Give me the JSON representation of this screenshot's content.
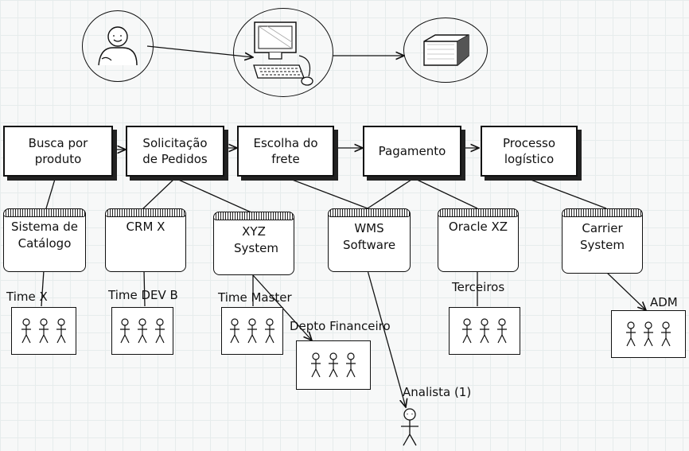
{
  "processes": [
    {
      "id": "busca",
      "label": "Busca por produto"
    },
    {
      "id": "solic",
      "label": "Solicitação de Pedidos"
    },
    {
      "id": "frete",
      "label": "Escolha do frete"
    },
    {
      "id": "pag",
      "label": "Pagamento"
    },
    {
      "id": "proc",
      "label": "Processo logístico"
    }
  ],
  "systems": [
    {
      "id": "catalogo",
      "label": "Sistema de Catálogo"
    },
    {
      "id": "crm",
      "label": "CRM X"
    },
    {
      "id": "xyz",
      "label": "XYZ System"
    },
    {
      "id": "wms",
      "label": "WMS Software"
    },
    {
      "id": "oracle",
      "label": "Oracle XZ"
    },
    {
      "id": "carrier",
      "label": "Carrier System"
    }
  ],
  "teams": [
    {
      "id": "timex",
      "label": "Time X"
    },
    {
      "id": "timedev",
      "label": "Time DEV B"
    },
    {
      "id": "timemaster",
      "label": "Time Master"
    },
    {
      "id": "depto",
      "label": "Depto Financeiro"
    },
    {
      "id": "terceiros",
      "label": "Terceiros"
    },
    {
      "id": "adm",
      "label": "ADM"
    }
  ],
  "analyst": {
    "label": "Analista (1)"
  },
  "icons": [
    "user-icon",
    "computer-icon",
    "package-icon",
    "stick-person-icon"
  ]
}
